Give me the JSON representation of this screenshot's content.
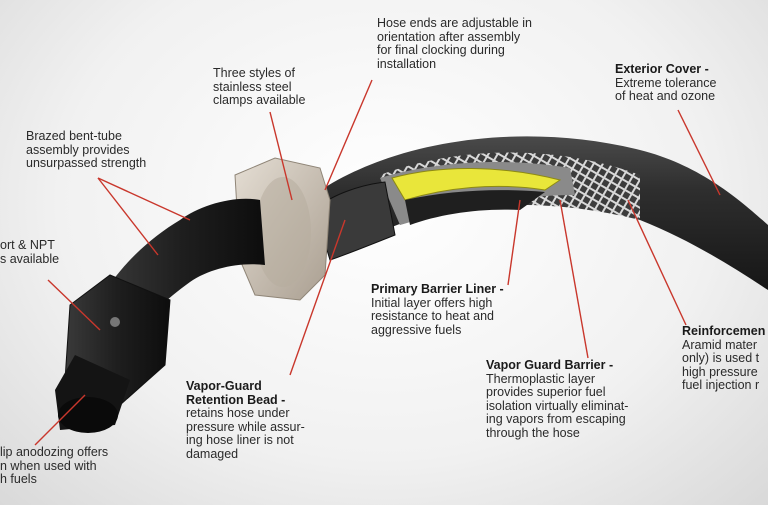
{
  "callouts": {
    "hose_ends": {
      "title": "",
      "body": [
        "Hose ends are adjustable in",
        "orientation after assembly",
        "for final clocking during",
        "installation"
      ]
    },
    "exterior_cover": {
      "title": "Exterior Cover -",
      "body": [
        "Extreme tolerance",
        "of heat and ozone"
      ]
    },
    "clamps": {
      "title": "",
      "body": [
        "Three styles of",
        "stainless steel",
        "clamps available"
      ]
    },
    "bent_tube": {
      "title": "",
      "body": [
        "Brazed bent-tube",
        "assembly provides",
        "unsurpassed strength"
      ]
    },
    "ports": {
      "title": "",
      "body": [
        "ort & NPT",
        "s available"
      ]
    },
    "primary_barrier": {
      "title": "Primary Barrier Liner -",
      "body": [
        "Initial layer offers high",
        "resistance to heat and",
        "aggressive fuels"
      ]
    },
    "reinforcement": {
      "title": "Reinforcemen",
      "body": [
        "Aramid mater",
        "only) is used t",
        "high pressure",
        "fuel injection r"
      ]
    },
    "vapor_guard_bead": {
      "title": "Vapor-Guard",
      "title2": "Retention Bead -",
      "body": [
        "retains hose under",
        "pressure while assur-",
        "ing hose liner is not",
        "damaged"
      ]
    },
    "vapor_guard_barrier": {
      "title": "Vapor Guard Barrier -",
      "body": [
        "Thermoplastic layer",
        "provides superior fuel",
        "isolation virtually eliminat-",
        "ing vapors from escaping",
        "through the hose"
      ]
    },
    "anodizing": {
      "title": "",
      "body": [
        "lip anodozing offers",
        "n when used with",
        "h fuels"
      ]
    }
  },
  "colors": {
    "leader_line": "#c9372c",
    "hose_black": "#2b2b2b",
    "liner_yellow": "#e9e63a",
    "fitting_tan": "#c9bfb2"
  }
}
